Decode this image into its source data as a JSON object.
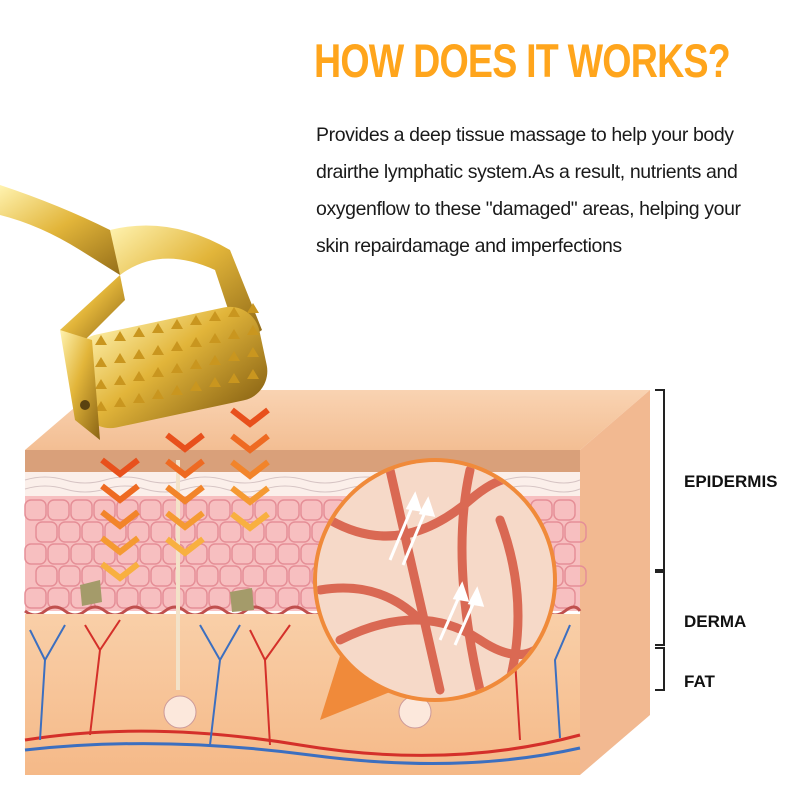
{
  "title": "HOW DOES IT WORKS?",
  "description": [
    "Provides a deep tissue massage to help your body",
    "drairthe lymphatic system.As a result, nutrients and",
    "oxygenflow to these \"damaged\" areas, helping your",
    "skin repairdamage and imperfections"
  ],
  "layers": {
    "epidermis": "EPIDERMIS",
    "derma": "DERMA",
    "fat": "FAT"
  },
  "colors": {
    "accent": "#FFA51C",
    "skin_top": "#F7C9A2",
    "derma": "#F8C59A",
    "cells": "#F6B9B9",
    "magnifier": "#F08A3A"
  }
}
